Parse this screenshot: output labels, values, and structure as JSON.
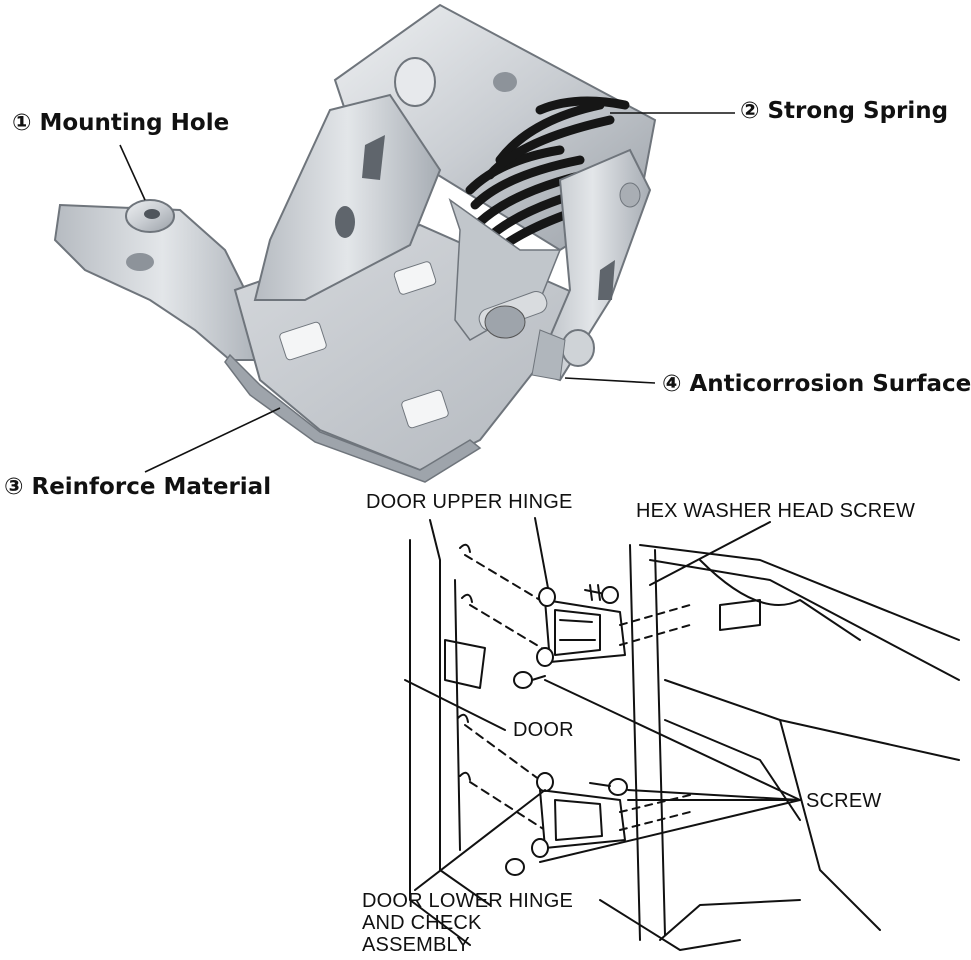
{
  "callouts": {
    "mounting_hole": "① Mounting Hole",
    "strong_spring": "② Strong Spring",
    "reinforce_material": "③ Reinforce Material",
    "anticorrosion_surface": "④ Anticorrosion Surface"
  },
  "diagram_labels": {
    "door_upper_hinge": "DOOR UPPER HINGE",
    "hex_washer_head_screw": "HEX WASHER HEAD SCREW",
    "door": "DOOR",
    "screw": "SCREW",
    "door_lower_hinge_line1": "DOOR LOWER HINGE",
    "door_lower_hinge_line2": "AND CHECK",
    "door_lower_hinge_line3": "ASSEMBLY"
  },
  "colors": {
    "metal_light": "#dcdfe3",
    "metal_mid": "#b9bec5",
    "metal_dark": "#7f858d",
    "spring": "#1a1a1a",
    "line": "#111111"
  }
}
